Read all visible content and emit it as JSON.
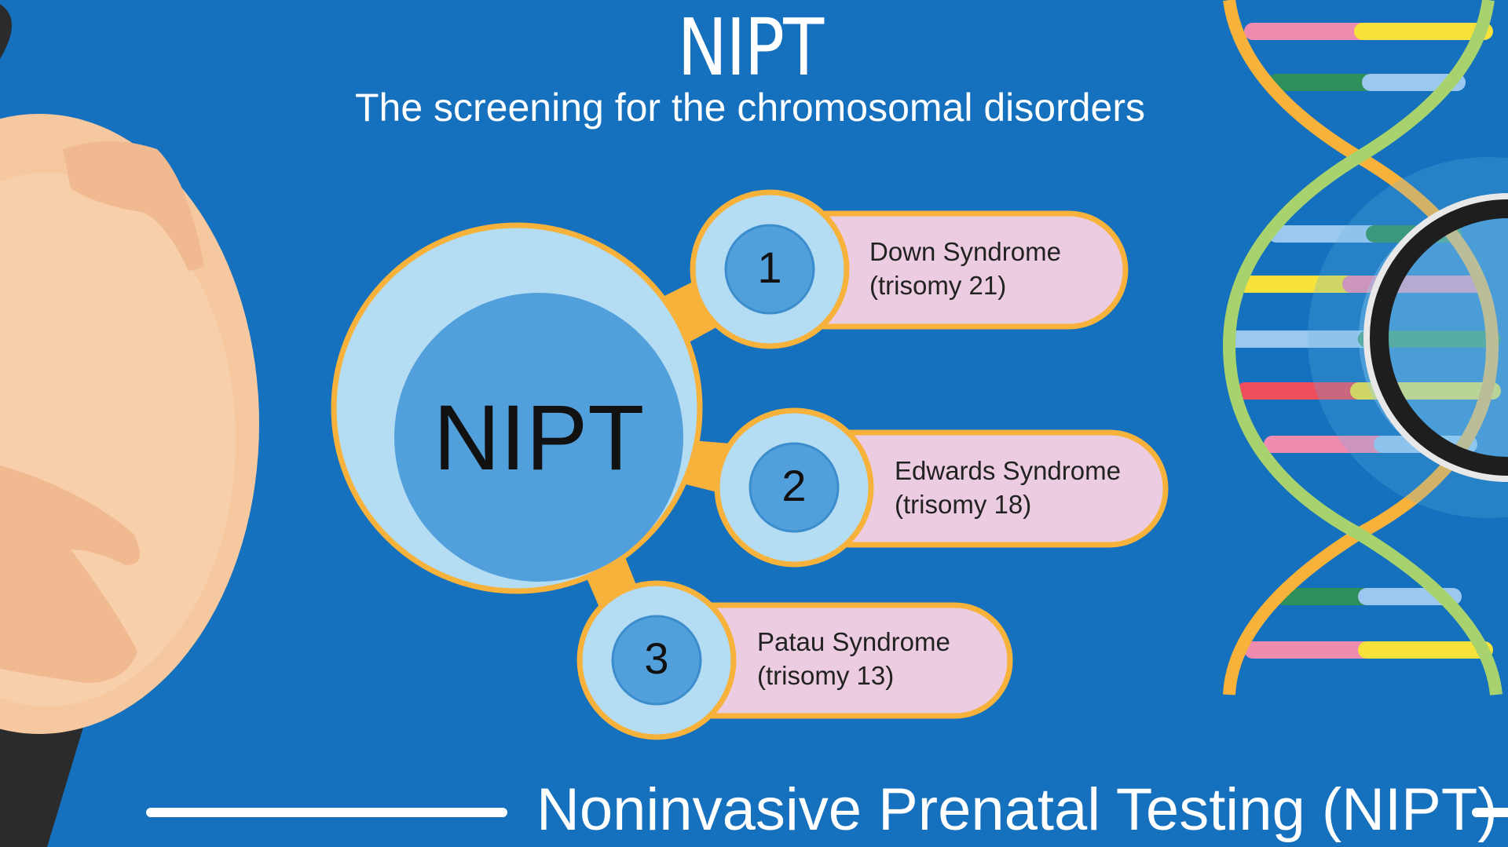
{
  "title": "NIPT",
  "subtitle": "The screening for the chromosomal disorders",
  "center_label": "NIPT",
  "items": [
    {
      "number": "1",
      "name": "Down Syndrome",
      "detail": "(trisomy 21)"
    },
    {
      "number": "2",
      "name": "Edwards Syndrome",
      "detail": "(trisomy 18)"
    },
    {
      "number": "3",
      "name": "Patau Syndrome",
      "detail": "(trisomy 13)"
    }
  ],
  "footer": "Noninvasive Prenatal Testing (NIPT)",
  "colors": {
    "background": "#1570bd",
    "orange": "#f7b23b",
    "light_blue": "#b4dcf3",
    "mid_blue": "#52a0db",
    "pink": "#eccce0",
    "skin": "#f5c8a0"
  }
}
